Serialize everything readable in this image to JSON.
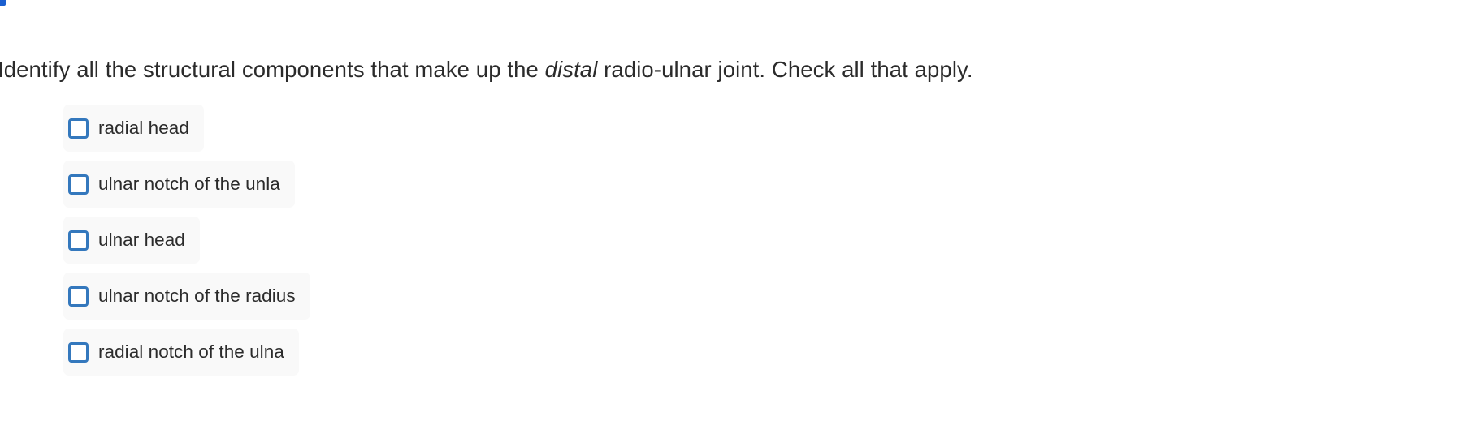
{
  "page": {
    "background_color": "#ffffff",
    "text_color": "#2b2b2b",
    "accent_color": "#3478bd",
    "option_background_color": "#f9f9f9"
  },
  "question": {
    "prefix": "Identify all the structural components that make up the ",
    "emphasis": "distal",
    "suffix": " radio-ulnar joint. Check all that apply."
  },
  "options": [
    {
      "label": "radial head",
      "checked": false
    },
    {
      "label": "ulnar notch of the unla",
      "checked": false
    },
    {
      "label": "ulnar head",
      "checked": false
    },
    {
      "label": "ulnar notch of the radius",
      "checked": false
    },
    {
      "label": "radial notch of the ulna",
      "checked": false
    }
  ]
}
